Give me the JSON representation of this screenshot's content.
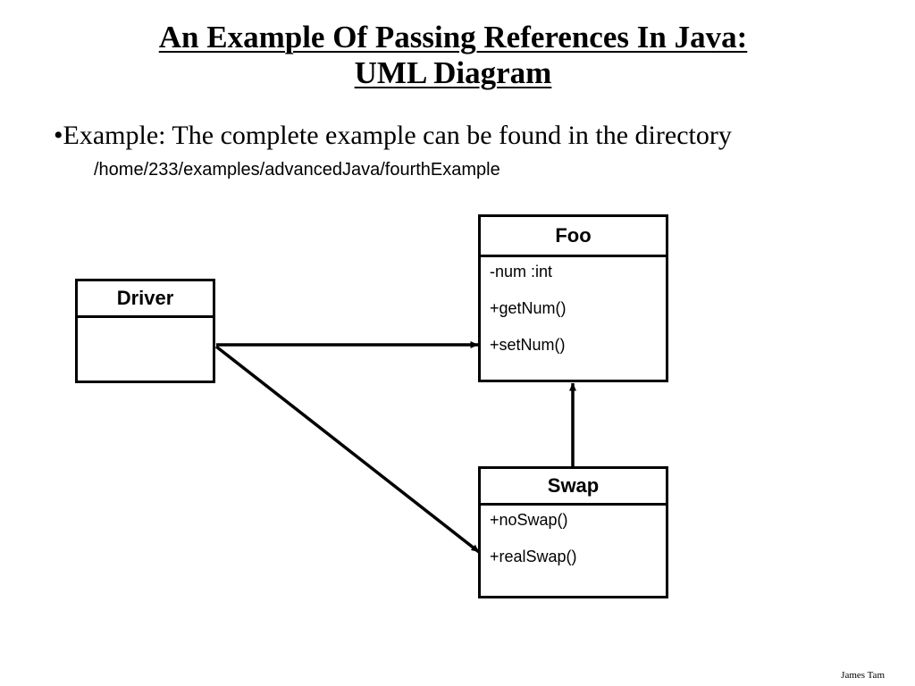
{
  "slide": {
    "title_line1": "An Example Of Passing References In Java:",
    "title_line2": "UML Diagram",
    "bullet_text": "•Example: The complete example can be found in the directory",
    "path_text": "/home/233/examples/advancedJava/fourthExample",
    "footer": "James Tam"
  },
  "classes": {
    "driver": {
      "name": "Driver",
      "members": []
    },
    "foo": {
      "name": "Foo",
      "members": [
        "-num :int",
        "+getNum()",
        "+setNum()"
      ]
    },
    "swap": {
      "name": "Swap",
      "members": [
        "+noSwap()",
        "+realSwap()"
      ]
    }
  },
  "relations": [
    {
      "from": "Driver",
      "to": "Foo",
      "type": "association"
    },
    {
      "from": "Driver",
      "to": "Swap",
      "type": "association"
    },
    {
      "from": "Swap",
      "to": "Foo",
      "type": "association"
    }
  ]
}
